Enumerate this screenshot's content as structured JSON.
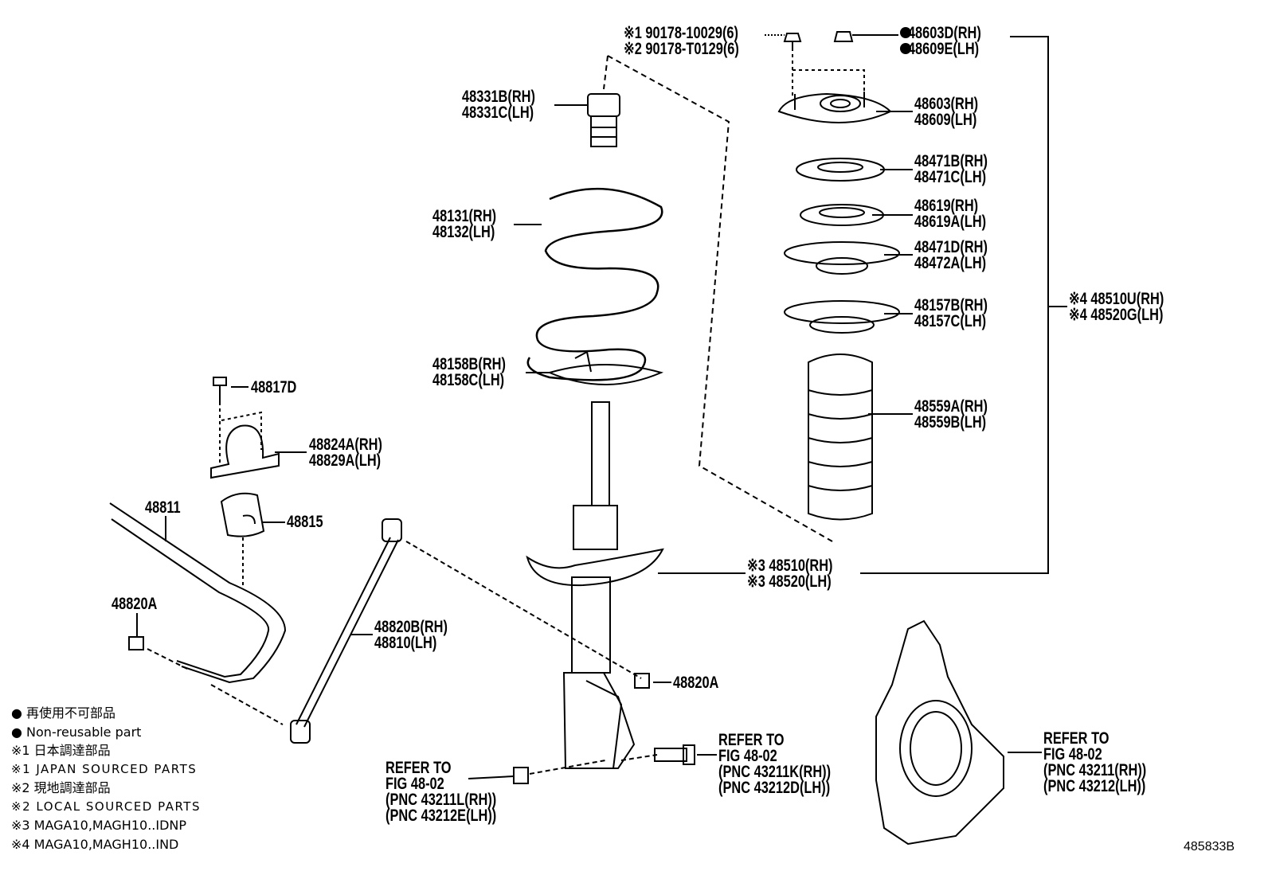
{
  "labels": {
    "clip_nut": [
      "※1 90178-10029(6)",
      "※2 90178-T0129(6)"
    ],
    "nut_top": [
      "●48603D(RH)",
      "●48609E(LH)"
    ],
    "bump_stop": [
      "48331B(RH)",
      "48331C(LH)"
    ],
    "support": [
      "48603(RH)",
      "48609(LH)"
    ],
    "bearing": [
      "48471B(RH)",
      "48471C(LH)"
    ],
    "spacer": [
      "48619(RH)",
      "48619A(LH)"
    ],
    "upper_insulator": [
      "48471D(RH)",
      "48472A(LH)"
    ],
    "seat": [
      "48157B(RH)",
      "48157C(LH)"
    ],
    "assembly": [
      "※4 48510U(RH)",
      "※4 48520G(LH)"
    ],
    "spring": [
      "48131(RH)",
      "48132(LH)"
    ],
    "lower_insulator": [
      "48158B(RH)",
      "48158C(LH)"
    ],
    "boot": [
      "48559A(RH)",
      "48559B(LH)"
    ],
    "bolt": "48817D",
    "bracket": [
      "48824A(RH)",
      "48829A(LH)"
    ],
    "stabilizer_bar": "48811",
    "bushing": "48815",
    "absorber": [
      "※3 48510(RH)",
      "※3 48520(LH)"
    ],
    "nut_left": "48820A",
    "link": [
      "48820B(RH)",
      "48810(LH)"
    ],
    "nut_right": "48820A",
    "refer_bolt": [
      "REFER TO",
      "FIG 48-02",
      "(PNC 43211K(RH))",
      "(PNC 43212D(LH))"
    ],
    "refer_nut": [
      "REFER TO",
      "FIG 48-02",
      "(PNC 43211L(RH))",
      "(PNC 43212E(LH))"
    ],
    "refer_knuckle": [
      "REFER TO",
      "FIG 48-02",
      "(PNC 43211(RH))",
      "(PNC 43212(LH))"
    ]
  },
  "legend": [
    "● 再使用不可部品",
    "● Non-reusable part",
    "※1 日本調達部品",
    "※1 JAPAN SOURCED PARTS",
    "※2 現地調達部品",
    "※2 LOCAL SOURCED PARTS",
    "※3 MAGA10,MAGH10..IDNP",
    "※4 MAGA10,MAGH10..IND"
  ],
  "illustration_code": "485833B"
}
